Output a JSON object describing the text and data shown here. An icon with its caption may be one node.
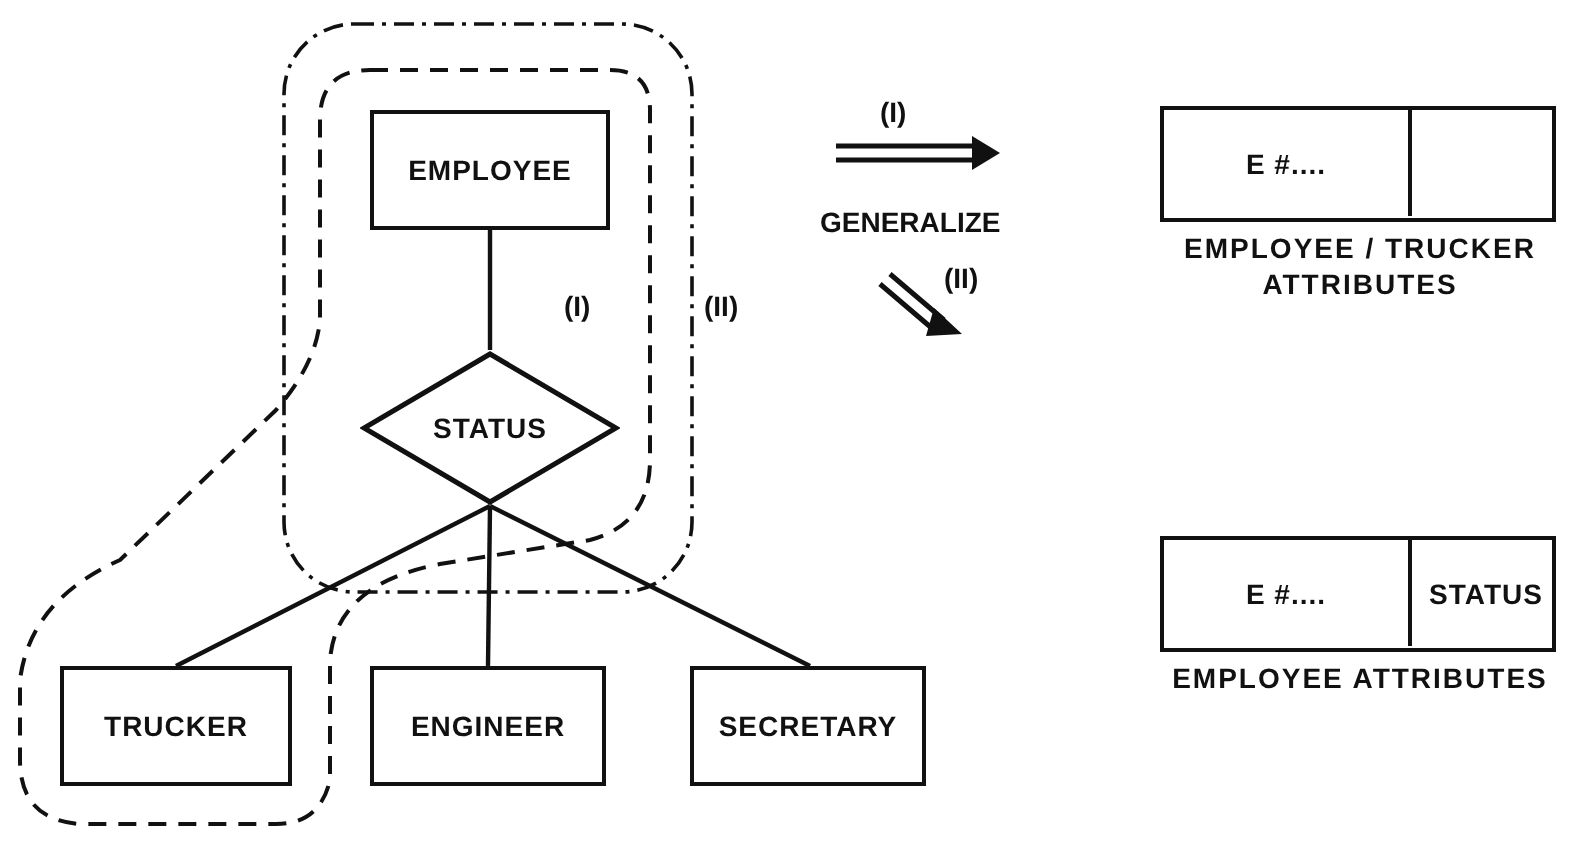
{
  "diagram": {
    "nodes": [
      {
        "text": [
          "EMPLOYEE"
        ]
      },
      {
        "text": [
          "STATUS"
        ]
      },
      {
        "text": [
          "TRUCKER"
        ]
      },
      {
        "text": [
          "ENGINEER"
        ]
      },
      {
        "text": [
          "SECRETARY"
        ]
      },
      {
        "text": [],
        "shape": "box",
        "beside": [
          "EMPLOYEE / TRUCKER ATTRIBUTES"
        ]
      },
      {
        "text": [
          "E #...."
        ],
        "in": 5
      },
      {
        "text": [],
        "shape": "box",
        "in": 5
      },
      {
        "text": [],
        "shape": "box",
        "beside": [
          "EMPLOYEE ATTRIBUTES"
        ]
      },
      {
        "text": [
          "E #...."
        ],
        "in": 8
      },
      {
        "text": [
          "STATUS"
        ],
        "in": 8
      }
    ],
    "edges": [
      {
        "from": 0,
        "to": 1,
        "arrow": "none"
      },
      {
        "from": 1,
        "to": 2,
        "arrow": "none"
      },
      {
        "from": 1,
        "to": 3,
        "arrow": "none"
      },
      {
        "from": 1,
        "to": 4,
        "arrow": "none"
      }
    ],
    "labels": [
      "(I)",
      "(II)",
      "(I)",
      "GENERALIZE",
      "(II)"
    ]
  }
}
